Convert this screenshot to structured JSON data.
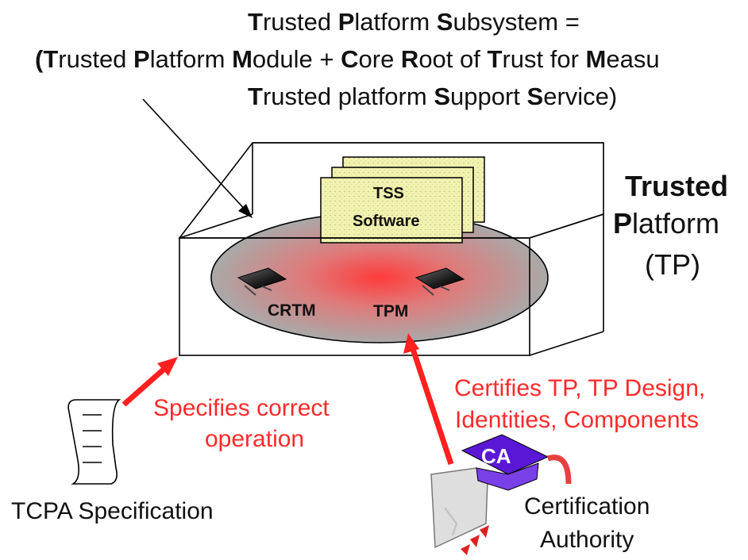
{
  "header": {
    "line1": [
      {
        "t": "T",
        "b": true
      },
      {
        "t": "rusted ",
        "b": false
      },
      {
        "t": "P",
        "b": true
      },
      {
        "t": "latform ",
        "b": false
      },
      {
        "t": "S",
        "b": true
      },
      {
        "t": "ubsystem =",
        "b": false
      }
    ],
    "line2": [
      {
        "t": "(",
        "b": true
      },
      {
        "t": "T",
        "b": true
      },
      {
        "t": "rusted ",
        "b": false
      },
      {
        "t": "P",
        "b": true
      },
      {
        "t": "latform ",
        "b": false
      },
      {
        "t": "M",
        "b": true
      },
      {
        "t": "odule +   ",
        "b": false
      },
      {
        "t": "C",
        "b": true
      },
      {
        "t": "ore ",
        "b": false
      },
      {
        "t": "R",
        "b": true
      },
      {
        "t": "oot of ",
        "b": false
      },
      {
        "t": "T",
        "b": true
      },
      {
        "t": "rust for ",
        "b": false
      },
      {
        "t": "M",
        "b": true
      },
      {
        "t": "easu",
        "b": false
      }
    ],
    "line3": [
      {
        "t": "T",
        "b": true
      },
      {
        "t": "rusted platform ",
        "b": false
      },
      {
        "t": "S",
        "b": true
      },
      {
        "t": "upport ",
        "b": false
      },
      {
        "t": "S",
        "b": true
      },
      {
        "t": "ervice)",
        "b": false
      }
    ]
  },
  "platform_label": {
    "line1": "Trusted",
    "line2_bold": "P",
    "line2_rest": "latform",
    "line3": "(TP)"
  },
  "components": {
    "tss_line1": "TSS",
    "tss_line2": "Software",
    "crtm": "CRTM",
    "tpm": "TPM",
    "ca_badge": "CA"
  },
  "notes": {
    "spec_line1": "Specifies correct",
    "spec_line2": "operation",
    "cert_line1": "Certifies TP, TP Design,",
    "cert_line2": "Identities, Components"
  },
  "labels": {
    "tcpa": "TCPA Specification",
    "ca_line1": "Certification",
    "ca_line2": "Authority"
  },
  "colors": {
    "annotation_red": "#ff2a2a",
    "ellipse_gray": "#a9a9a9",
    "tss_paper": "#f2f2b0",
    "ca_purple": "#5a18d6"
  }
}
